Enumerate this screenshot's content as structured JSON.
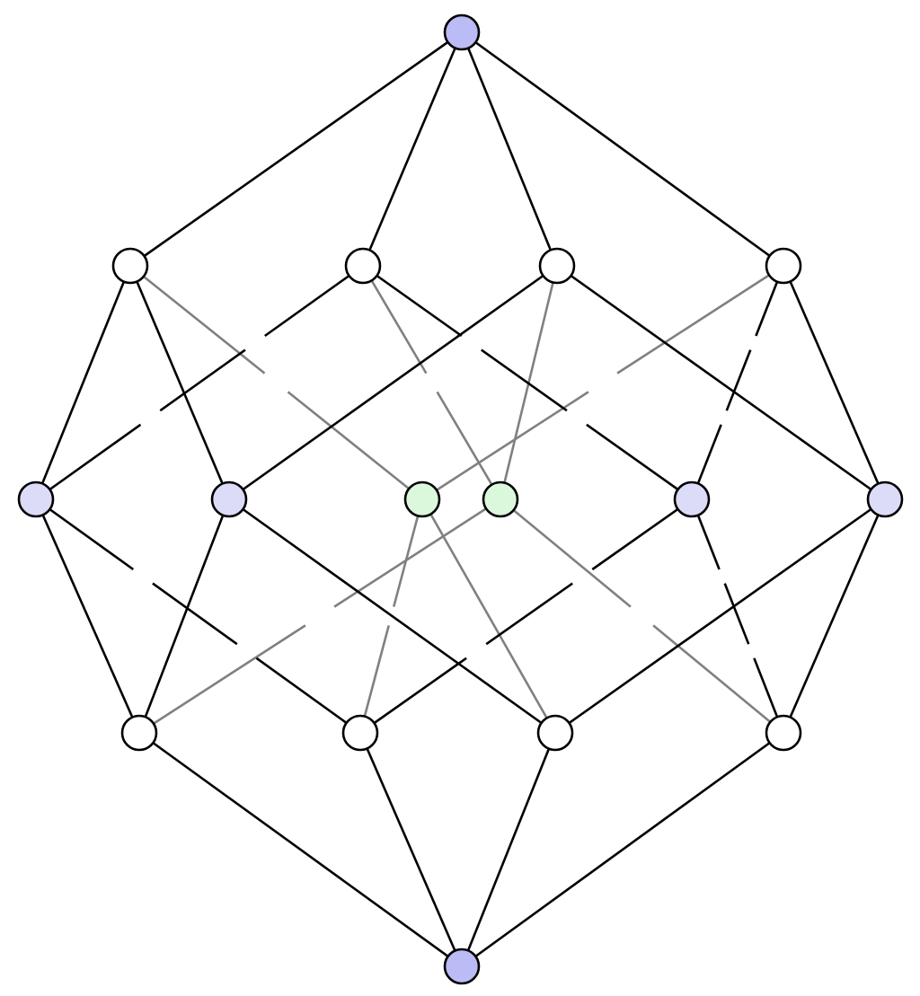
{
  "diagram": {
    "kind": "tesseract-hasse-graph",
    "colors": {
      "background": "#ffffff",
      "edge_front": "#000000",
      "edge_back": "#808080",
      "node_stroke": "#000000",
      "node_plain": "#ffffff",
      "node_apex": "#bbbbf5",
      "node_side": "#dcdcf8",
      "node_center": "#dcf8dc"
    },
    "nodes": [
      {
        "id": "top",
        "fill": "apex"
      },
      {
        "id": "u1",
        "fill": "plain"
      },
      {
        "id": "u2",
        "fill": "plain"
      },
      {
        "id": "u3",
        "fill": "plain"
      },
      {
        "id": "u4",
        "fill": "plain"
      },
      {
        "id": "m1",
        "fill": "side"
      },
      {
        "id": "m2",
        "fill": "side"
      },
      {
        "id": "m3",
        "fill": "center"
      },
      {
        "id": "m4",
        "fill": "center"
      },
      {
        "id": "m5",
        "fill": "side"
      },
      {
        "id": "m6",
        "fill": "side"
      },
      {
        "id": "l1",
        "fill": "plain"
      },
      {
        "id": "l2",
        "fill": "plain"
      },
      {
        "id": "l3",
        "fill": "plain"
      },
      {
        "id": "l4",
        "fill": "plain"
      },
      {
        "id": "bottom",
        "fill": "apex"
      }
    ],
    "edges": [
      {
        "from": "top",
        "to": "u1",
        "style": "front",
        "pattern": "solid"
      },
      {
        "from": "top",
        "to": "u2",
        "style": "front",
        "pattern": "solid"
      },
      {
        "from": "top",
        "to": "u3",
        "style": "front",
        "pattern": "solid"
      },
      {
        "from": "top",
        "to": "u4",
        "style": "front",
        "pattern": "solid"
      },
      {
        "from": "u1",
        "to": "m1",
        "style": "front",
        "pattern": "solid"
      },
      {
        "from": "u1",
        "to": "m2",
        "style": "front",
        "pattern": "solid"
      },
      {
        "from": "u1",
        "to": "m3",
        "style": "back",
        "pattern": "gap"
      },
      {
        "from": "u2",
        "to": "m1",
        "style": "front",
        "pattern": "broken"
      },
      {
        "from": "u2",
        "to": "m5",
        "style": "front",
        "pattern": "broken"
      },
      {
        "from": "u2",
        "to": "m4",
        "style": "back",
        "pattern": "gap"
      },
      {
        "from": "u3",
        "to": "m2",
        "style": "front",
        "pattern": "solid"
      },
      {
        "from": "u3",
        "to": "m6",
        "style": "front",
        "pattern": "solid"
      },
      {
        "from": "u3",
        "to": "m4",
        "style": "back",
        "pattern": "solid"
      },
      {
        "from": "u4",
        "to": "m5",
        "style": "front",
        "pattern": "broken"
      },
      {
        "from": "u4",
        "to": "m6",
        "style": "front",
        "pattern": "solid"
      },
      {
        "from": "u4",
        "to": "m3",
        "style": "back",
        "pattern": "gap"
      },
      {
        "from": "m1",
        "to": "l1",
        "style": "front",
        "pattern": "solid"
      },
      {
        "from": "m1",
        "to": "l2",
        "style": "front",
        "pattern": "broken"
      },
      {
        "from": "m2",
        "to": "l1",
        "style": "front",
        "pattern": "solid"
      },
      {
        "from": "m2",
        "to": "l3",
        "style": "front",
        "pattern": "solid"
      },
      {
        "from": "m3",
        "to": "l2",
        "style": "back",
        "pattern": "gap"
      },
      {
        "from": "m3",
        "to": "l3",
        "style": "back",
        "pattern": "solid"
      },
      {
        "from": "m4",
        "to": "l1",
        "style": "back",
        "pattern": "gap"
      },
      {
        "from": "m4",
        "to": "l4",
        "style": "back",
        "pattern": "gap"
      },
      {
        "from": "m5",
        "to": "l2",
        "style": "front",
        "pattern": "broken"
      },
      {
        "from": "m5",
        "to": "l4",
        "style": "front",
        "pattern": "broken"
      },
      {
        "from": "m6",
        "to": "l3",
        "style": "front",
        "pattern": "solid"
      },
      {
        "from": "m6",
        "to": "l4",
        "style": "front",
        "pattern": "solid"
      },
      {
        "from": "l1",
        "to": "bottom",
        "style": "front",
        "pattern": "solid"
      },
      {
        "from": "l2",
        "to": "bottom",
        "style": "front",
        "pattern": "solid"
      },
      {
        "from": "l3",
        "to": "bottom",
        "style": "front",
        "pattern": "solid"
      },
      {
        "from": "l4",
        "to": "bottom",
        "style": "front",
        "pattern": "solid"
      }
    ]
  }
}
